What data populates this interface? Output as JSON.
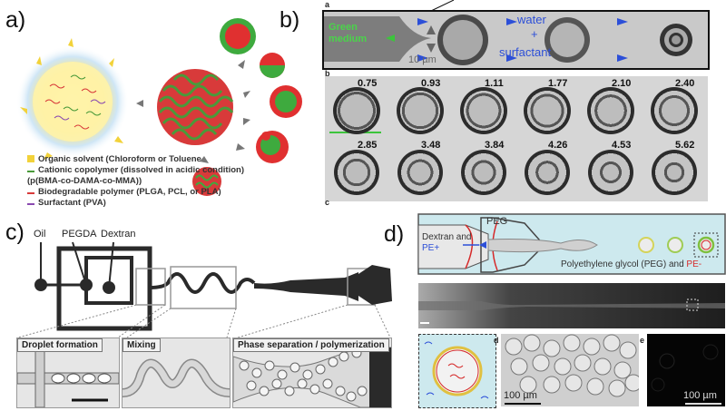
{
  "panel_a": {
    "label": "a)",
    "legend": [
      {
        "text": "Organic solvent (Chloroform or Toluene",
        "color": "#f2d23a",
        "marker": "square"
      },
      {
        "text": "Cationic copolymer (dissolved in acidic condition)",
        "color": "#4a9a3a",
        "marker": "wave"
      },
      {
        "text": "(p(BMA-co-DAMA-co-MMA))",
        "color": "",
        "marker": "none"
      },
      {
        "text": "Biodegradable polymer (PLGA, PCL, or PLA)",
        "color": "#d83a3a",
        "marker": "wave"
      },
      {
        "text": "Surfactant (PVA)",
        "color": "#8a4ab0",
        "marker": "wave"
      }
    ]
  },
  "panel_b": {
    "label": "b)",
    "sub_a": "a",
    "sub_b": "b",
    "sub_c": "c",
    "green_text": "Green\nmedium",
    "water_text": "water",
    "plus_text": "+",
    "surfactant_text": "surfactant",
    "scale_text": "10 µm",
    "row1": [
      "0.75",
      "0.93",
      "1.11",
      "1.77",
      "2.10",
      "2.40"
    ],
    "row2": [
      "2.85",
      "3.48",
      "3.84",
      "4.26",
      "4.53",
      "5.62"
    ]
  },
  "panel_c": {
    "label": "c)",
    "inlets": [
      "Oil",
      "PEGDA",
      "Dextran"
    ],
    "insets": [
      "Droplet formation",
      "Mixing",
      "Phase separation / polymerization"
    ]
  },
  "panel_d": {
    "label": "d)",
    "peg": "PEG",
    "dextran_line1": "Dextran and",
    "dextran_line2": "PE+",
    "polyethylene": "Polyethylene glycol (PEG) and ",
    "pe_minus": "PE-",
    "sub_d": "d",
    "sub_e": "e",
    "scale1": "100 µm",
    "scale2": "100 µm"
  }
}
